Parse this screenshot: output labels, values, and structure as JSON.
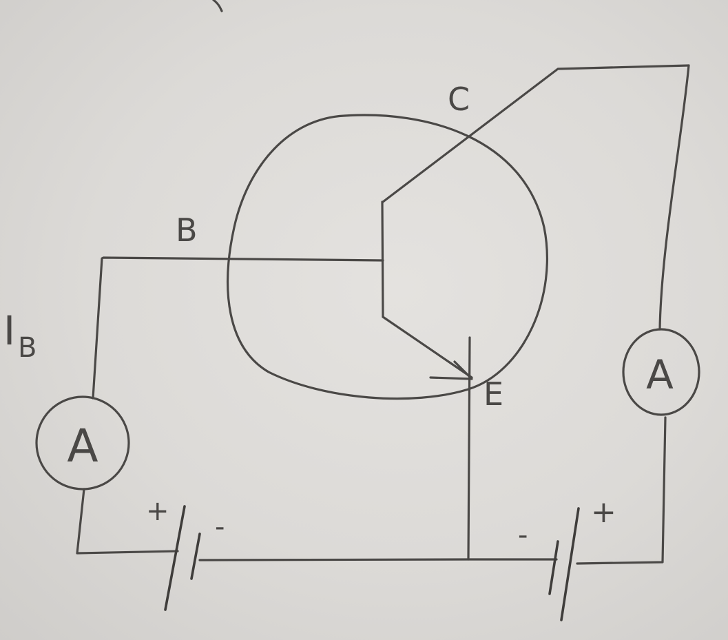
{
  "diagram": {
    "labels": {
      "collector": "C",
      "base": "B",
      "emitter": "E",
      "base_current": "I",
      "base_current_sub": "B"
    },
    "meters": {
      "base_meter": "A",
      "collector_meter": "A"
    },
    "batteries": {
      "base_battery_plus": "+",
      "base_battery_minus": "-",
      "collector_battery_plus": "+",
      "collector_battery_minus": "-"
    }
  }
}
